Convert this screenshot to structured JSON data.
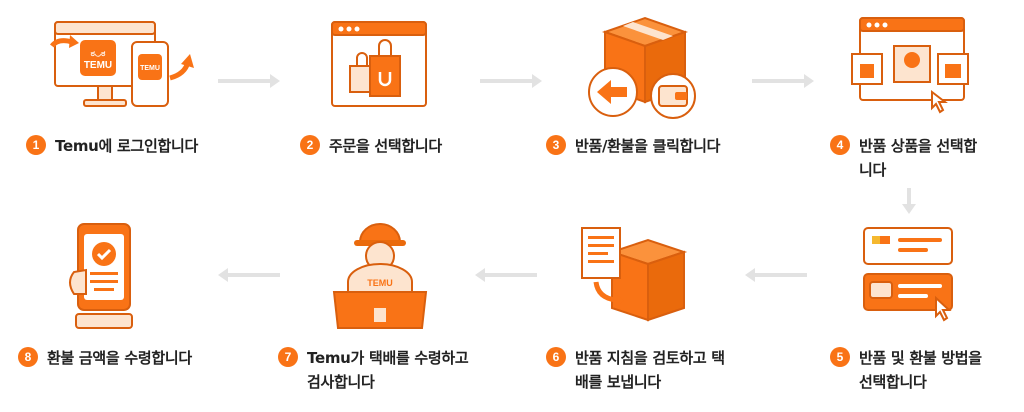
{
  "brand": {
    "logo_text": "TEMU",
    "logo_emoji": "ಠ◡ಠ",
    "accent": "#f97316",
    "dark_orange": "#d95f0e",
    "light_orange": "#fde4cf"
  },
  "steps": [
    {
      "num": "1",
      "label": "Temu에 로그인합니다",
      "icon": "login-devices-icon"
    },
    {
      "num": "2",
      "label": "주문을 선택합니다",
      "icon": "shopping-bags-browser-icon"
    },
    {
      "num": "3",
      "label": "반품/환불을 클릭합니다",
      "icon": "return-box-wallet-icon"
    },
    {
      "num": "4",
      "label": "반품 상품을 선택합\n니다",
      "icon": "select-products-icon"
    },
    {
      "num": "5",
      "label": "반품 및 환불 방법을\n선택합니다",
      "icon": "payment-method-cards-icon"
    },
    {
      "num": "6",
      "label": "반품 지침을 검토하고 택\n배를 보냅니다",
      "icon": "document-box-icon"
    },
    {
      "num": "7",
      "label": "Temu가 택배를 수령하고\n검사합니다",
      "icon": "courier-package-icon"
    },
    {
      "num": "8",
      "label": "환불 금액을 수령합니다",
      "icon": "phone-check-icon"
    }
  ]
}
